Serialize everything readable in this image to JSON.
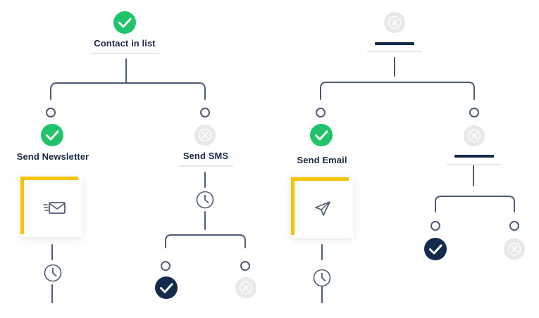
{
  "colors": {
    "success": "#1fc46a",
    "dark": "#142a4c",
    "line": "#4e5b73",
    "muted": "#e7e8ea",
    "accent": "#f6c400"
  },
  "left_tree": {
    "root": {
      "label": "Contact in list",
      "status": "success"
    },
    "branch_yes": {
      "label": "Send Newsletter",
      "status": "success",
      "action_icon": "email-icon",
      "wait_icon": "clock-icon"
    },
    "branch_no": {
      "label": "Send SMS",
      "status": "disabled",
      "wait_icon": "clock-icon",
      "outcomes": [
        {
          "status": "checked"
        },
        {
          "status": "disabled"
        }
      ]
    }
  },
  "right_tree": {
    "root": {
      "label": "",
      "status": "disabled"
    },
    "branch_yes": {
      "label": "Send Email",
      "status": "success",
      "action_icon": "paper-plane-icon",
      "wait_icon": "clock-icon"
    },
    "branch_no": {
      "label": "",
      "status": "disabled",
      "outcomes": [
        {
          "status": "checked"
        },
        {
          "status": "disabled"
        }
      ]
    }
  }
}
